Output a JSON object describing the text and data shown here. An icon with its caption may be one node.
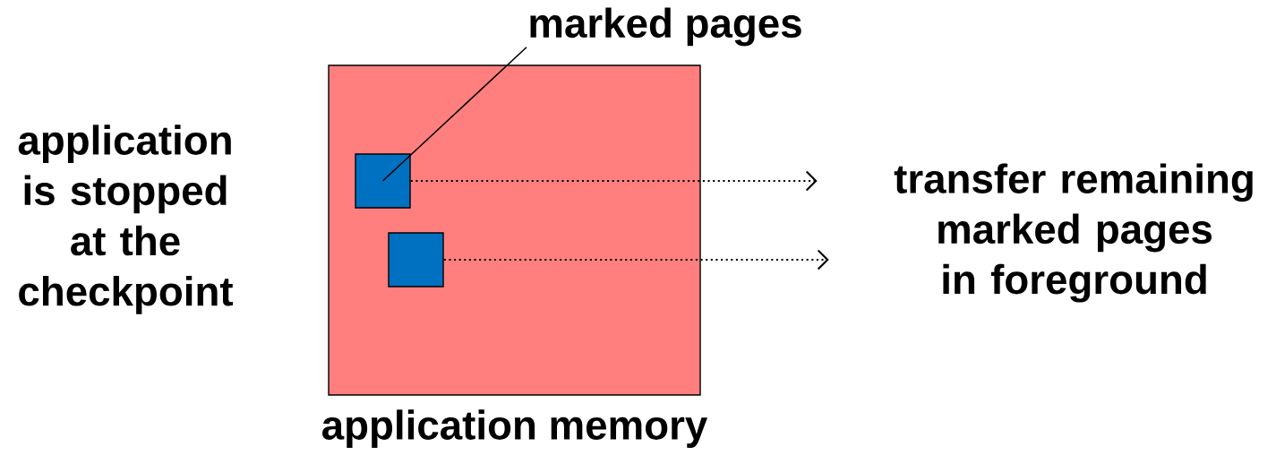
{
  "diagram": {
    "nodes": [
      {
        "text": [
          "application memory"
        ]
      },
      {
        "text": [],
        "shape": "box",
        "in": 0
      },
      {
        "text": [],
        "shape": "box",
        "in": 0
      },
      {
        "text": [
          "marked pages"
        ]
      }
    ],
    "edges": [
      {
        "from": 3,
        "to": 1,
        "arrow": "none"
      },
      {
        "from": 1,
        "to": null,
        "arrow": "to",
        "style": "dashed"
      },
      {
        "from": 2,
        "to": null,
        "arrow": "to",
        "style": "dashed"
      }
    ],
    "labels": [
      "application is stopped at the checkpoint",
      "transfer remaining marked pages in foreground"
    ]
  }
}
